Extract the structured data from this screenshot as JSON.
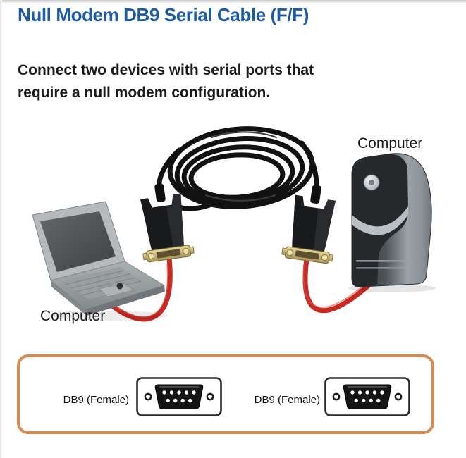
{
  "page": {
    "title": "Null Modem DB9 Serial Cable (F/F)"
  },
  "description": {
    "line1": "Connect two devices with serial ports that",
    "line2": "require a null modem configuration."
  },
  "diagram": {
    "left_device_label": "Computer",
    "right_device_label": "Computer",
    "elements": [
      "laptop-computer-illustration",
      "desktop-tower-illustration",
      "coiled-black-serial-cable",
      "db9-connector-left",
      "db9-connector-right",
      "red-cable-left",
      "red-cable-right"
    ]
  },
  "spec_panel": {
    "connectors": [
      {
        "label": "DB9 (Female)",
        "icon": "db9-female-port-icon"
      },
      {
        "label": "DB9 (Female)",
        "icon": "db9-female-port-icon"
      }
    ]
  },
  "colors": {
    "title_blue": "#1C5CA7",
    "body_text": "#1A1A1A",
    "accent_orange": "#D98A4E",
    "cable_red": "#C62A22",
    "cable_black": "#121212",
    "connector_gold": "#D6C488"
  }
}
